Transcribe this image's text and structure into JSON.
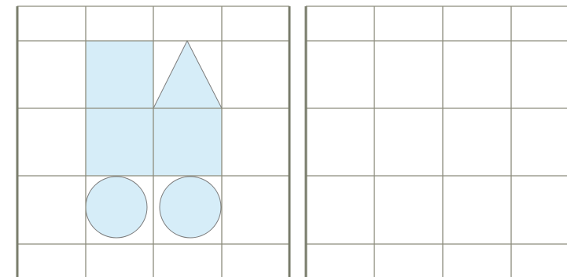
{
  "colors": {
    "background": "#ffffff",
    "grid_line": "#8c8c7c",
    "frame_border": "#7a7d6c",
    "shape_fill": "#d6edf8",
    "shape_stroke": "#7c7c7c"
  },
  "left_grid": {
    "description_shapes": [
      "rectangle",
      "square",
      "triangle",
      "circle",
      "circle"
    ]
  },
  "right_grid": {
    "shapes": []
  }
}
